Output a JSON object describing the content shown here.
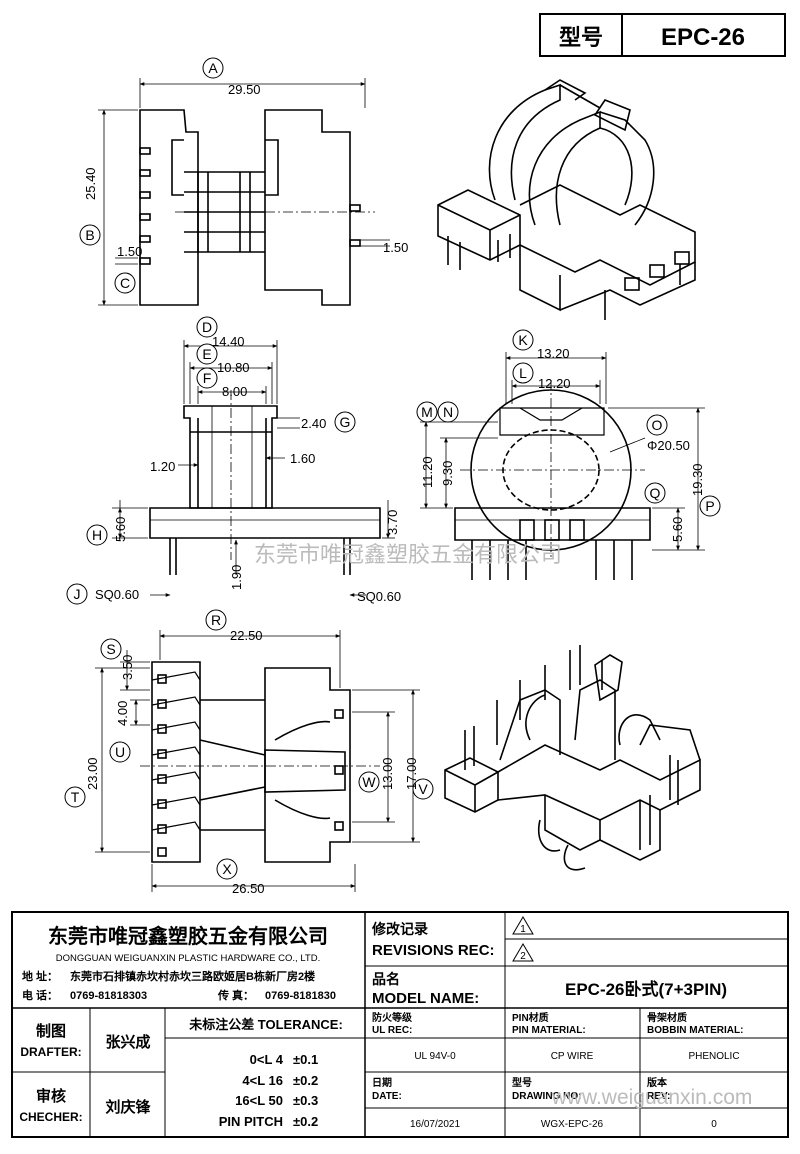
{
  "header": {
    "model_label": "型号",
    "model_value": "EPC-26"
  },
  "balloons": {
    "A": "A",
    "B": "B",
    "C": "C",
    "D": "D",
    "E": "E",
    "F": "F",
    "G": "G",
    "H": "H",
    "J": "J",
    "K": "K",
    "L": "L",
    "M": "M",
    "N": "N",
    "O": "O",
    "P": "P",
    "Q": "Q",
    "R": "R",
    "S": "S",
    "T": "T",
    "U": "U",
    "V": "V",
    "W": "W",
    "X": "X"
  },
  "dims": {
    "A": "29.50",
    "B": "25.40",
    "C": "1.50",
    "C2": "1.50",
    "D": "14.40",
    "E": "10.80",
    "F": "8.00",
    "G": "2.40",
    "left120": "1.20",
    "right160": "1.60",
    "H": "5.60",
    "h370": "3.70",
    "h190": "1.90",
    "J": "SQ0.60",
    "sq2": "SQ0.60",
    "K": "13.20",
    "L": "12.20",
    "M": "11.20",
    "N": "9.30",
    "O": "Φ20.50",
    "P": "19.30",
    "Q": "5.60",
    "R": "22.50",
    "S": "3.50",
    "s400": "4.00",
    "T": "23.00",
    "W": "13.00",
    "V": "17.00",
    "X": "26.50"
  },
  "watermark": {
    "company": "东莞市唯冠鑫塑胶五金有限公司",
    "url": "www.weiguanxin.com"
  },
  "company": {
    "name_cn": "东莞市唯冠鑫塑胶五金有限公司",
    "name_en": "DONGGUAN WEIGUANXIN PLASTIC HARDWARE CO., LTD.",
    "address_label": "地 址：",
    "address": "东莞市石排镇赤坎村赤坎三路欧姬居B栋新厂房2楼",
    "phone_label": "电 话：",
    "phone": "0769-81818303",
    "fax_label": "传 真：",
    "fax": "0769-8181830"
  },
  "revisions": {
    "label_cn": "修改记录",
    "label_en": "REVISIONS REC:",
    "rev1": "1",
    "rev2": "2"
  },
  "model": {
    "label_cn": "品名",
    "label_en": "MODEL NAME:",
    "value": "EPC-26卧式(7+3PIN)"
  },
  "drafter": {
    "label_cn": "制图",
    "label_en": "DRAFTER:",
    "name": "张兴成"
  },
  "checker": {
    "label_cn": "审核",
    "label_en": "CHECHER:",
    "name": "刘庆锋"
  },
  "tolerance": {
    "label": "未标注公差 TOLERANCE:",
    "rows": [
      {
        "range": "0<L  4",
        "value": "±0.1"
      },
      {
        "range": "4<L  16",
        "value": "±0.2"
      },
      {
        "range": "16<L  50",
        "value": "±0.3"
      },
      {
        "range": "PIN PITCH",
        "value": "±0.2"
      }
    ]
  },
  "specs": {
    "ul_label_cn": "防火等级",
    "ul_label_en": "UL REC:",
    "ul_value": "UL 94V-0",
    "pin_label_cn": "PIN材质",
    "pin_label_en": "PIN MATERIAL:",
    "pin_value": "CP WIRE",
    "bobbin_label_cn": "骨架材质",
    "bobbin_label_en": "BOBBIN MATERIAL:",
    "bobbin_value": "PHENOLIC",
    "date_label_cn": "日期",
    "date_label_en": "DATE:",
    "date_value": "16/07/2021",
    "drawing_label_cn": "型号",
    "drawing_label_en": "DRAWING NO:",
    "drawing_value": "WGX-EPC-26",
    "rev_label_cn": "版本",
    "rev_label_en": "REV:",
    "rev_value": "0"
  }
}
